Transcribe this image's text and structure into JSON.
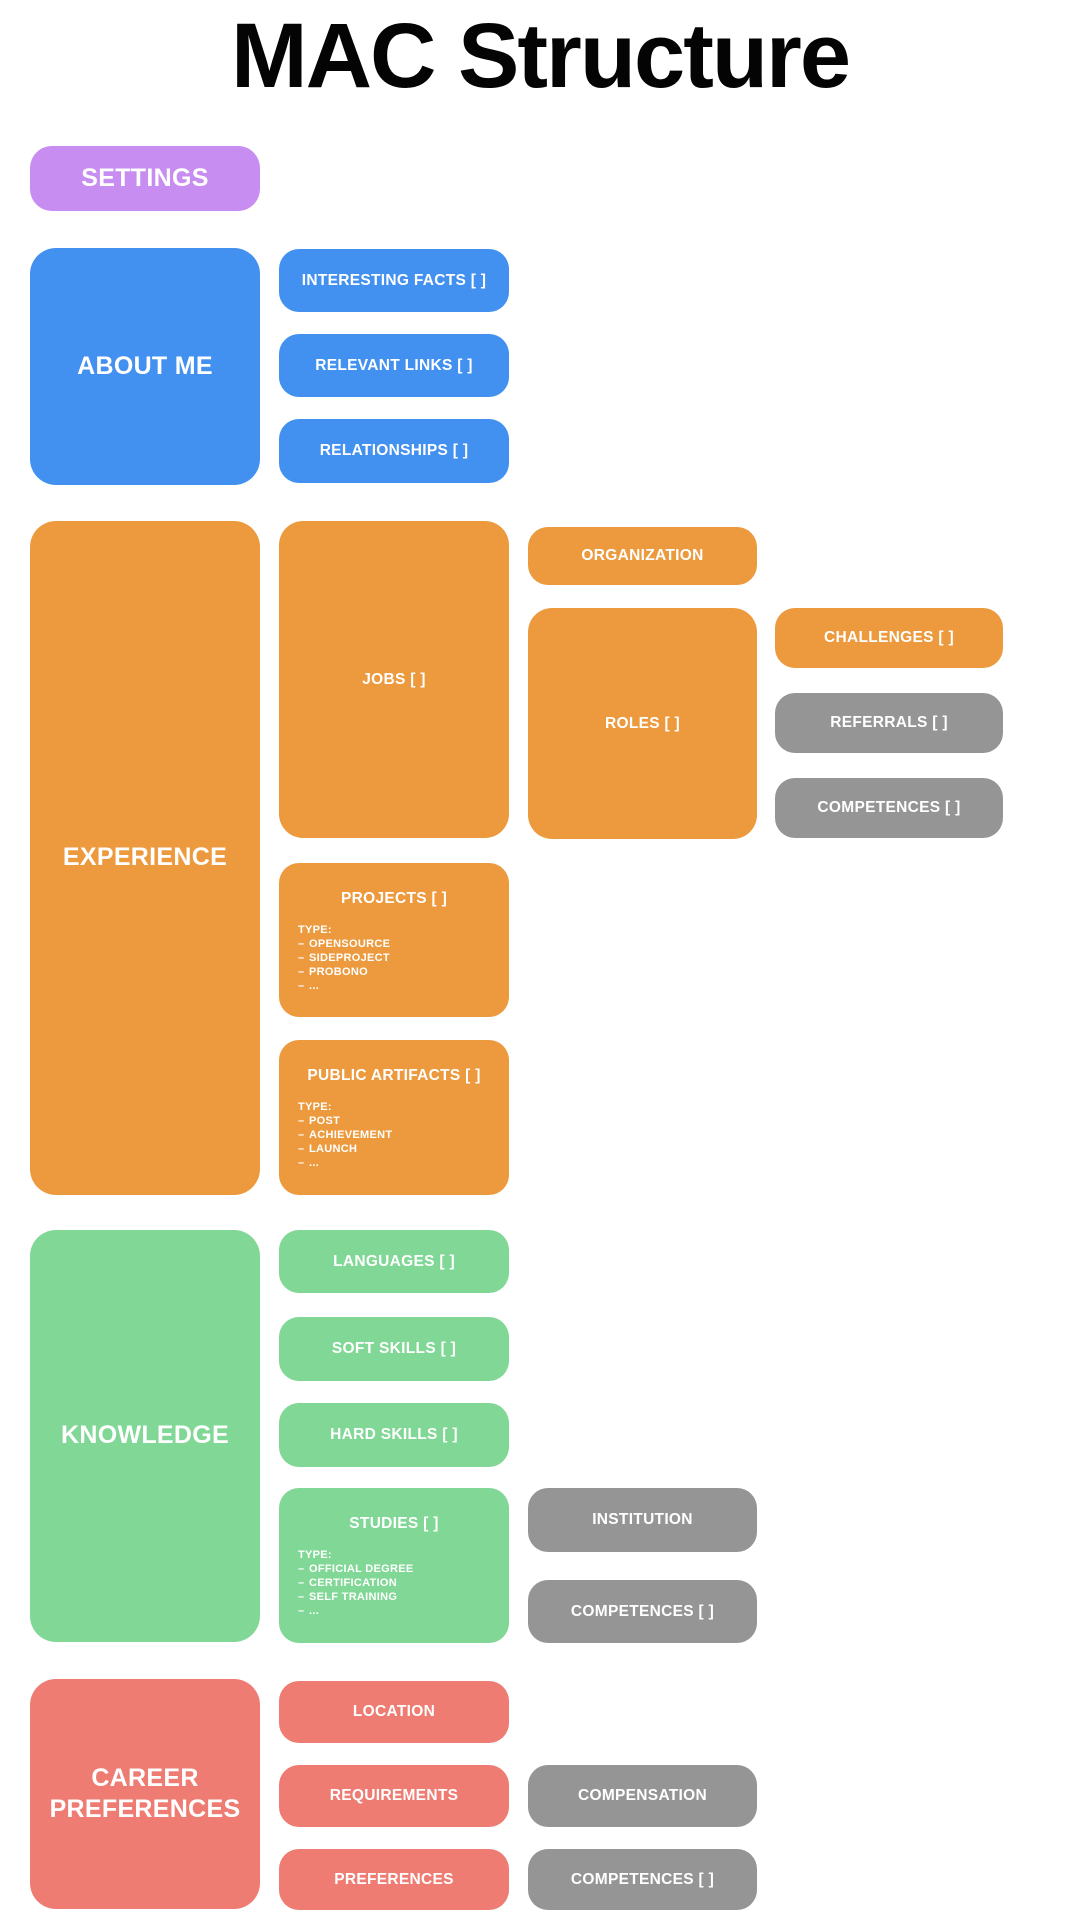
{
  "title": "MAC Structure",
  "glyphs": {
    "dash": "–"
  },
  "colors": {
    "purple": "#C78DF0",
    "blue": "#4290F0",
    "orange": "#EC9A3D",
    "green": "#81D795",
    "red": "#EE7C73",
    "gray": "#959595"
  },
  "sections": {
    "settings": {
      "label": "SETTINGS"
    },
    "about_me": {
      "label": "ABOUT ME",
      "interesting_facts": {
        "label": "INTERESTING FACTS [ ]"
      },
      "relevant_links": {
        "label": "RELEVANT LINKS [ ]"
      },
      "relationships": {
        "label": "RELATIONSHIPS [ ]"
      }
    },
    "experience": {
      "label": "EXPERIENCE",
      "jobs": {
        "label": "JOBS [ ]"
      },
      "organization": {
        "label": "ORGANIZATION"
      },
      "roles": {
        "label": "ROLES [ ]"
      },
      "challenges": {
        "label": "CHALLENGES [ ]"
      },
      "referrals": {
        "label": "REFERRALS [ ]"
      },
      "competences": {
        "label": "COMPETENCES [ ]"
      },
      "projects": {
        "label": "PROJECTS [ ]",
        "type_label": "TYPE:",
        "types": [
          "OPENSOURCE",
          "SIDEPROJECT",
          "PROBONO",
          "..."
        ]
      },
      "public_artifacts": {
        "label": "PUBLIC ARTIFACTS [ ]",
        "type_label": "TYPE:",
        "types": [
          "POST",
          "ACHIEVEMENT",
          "LAUNCH",
          "..."
        ]
      }
    },
    "knowledge": {
      "label": "KNOWLEDGE",
      "languages": {
        "label": "LANGUAGES [ ]"
      },
      "soft_skills": {
        "label": "SOFT SKILLS [ ]"
      },
      "hard_skills": {
        "label": "HARD SKILLS [ ]"
      },
      "studies": {
        "label": "STUDIES [ ]",
        "type_label": "TYPE:",
        "types": [
          "OFFICIAL DEGREE",
          "CERTIFICATION",
          "SELF TRAINING",
          "..."
        ]
      },
      "institution": {
        "label": "INSTITUTION"
      },
      "studies_competences": {
        "label": "COMPETENCES [ ]"
      }
    },
    "career_preferences": {
      "label": "CAREER PREFERENCES",
      "location": {
        "label": "LOCATION"
      },
      "requirements": {
        "label": "REQUIREMENTS"
      },
      "preferences": {
        "label": "PREFERENCES"
      },
      "compensation": {
        "label": "COMPENSATION"
      },
      "competences": {
        "label": "COMPETENCES [ ]"
      }
    }
  }
}
